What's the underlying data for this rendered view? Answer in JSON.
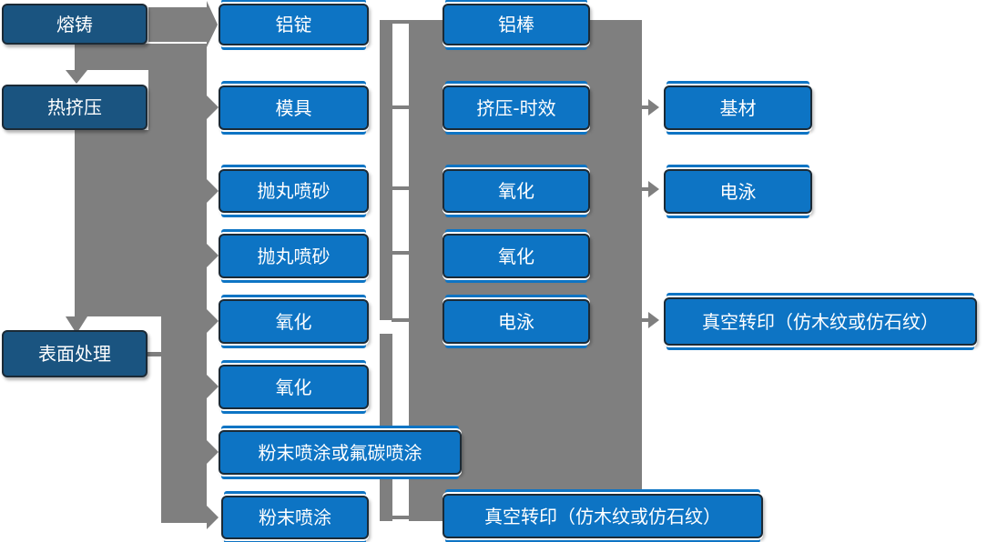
{
  "diagram": {
    "type": "flowchart",
    "background_color": "#ffffff",
    "colors": {
      "stage_box_fill": "#1a5480",
      "process_box_fill": "#0d74c4",
      "connector_gray": "#7f7f7f",
      "box_text": "#ffffff",
      "box_border": "#1b2a36"
    },
    "nodes": [
      {
        "label": "熔铸"
      },
      {
        "label": "热挤压"
      },
      {
        "label": "表面处理"
      },
      {
        "label": "铝锭"
      },
      {
        "label": "模具"
      },
      {
        "label": "抛丸喷砂"
      },
      {
        "label": "抛丸喷砂"
      },
      {
        "label": "氧化"
      },
      {
        "label": "氧化"
      },
      {
        "label": "粉末喷涂或氟碳喷涂"
      },
      {
        "label": "粉末喷涂"
      },
      {
        "label": "铝棒"
      },
      {
        "label": "挤压-时效"
      },
      {
        "label": "氧化"
      },
      {
        "label": "氧化"
      },
      {
        "label": "电泳"
      },
      {
        "label": "真空转印（仿木纹或仿石纹）"
      },
      {
        "label": "基材"
      },
      {
        "label": "电泳"
      },
      {
        "label": "真空转印（仿木纹或仿石纹）"
      }
    ]
  }
}
